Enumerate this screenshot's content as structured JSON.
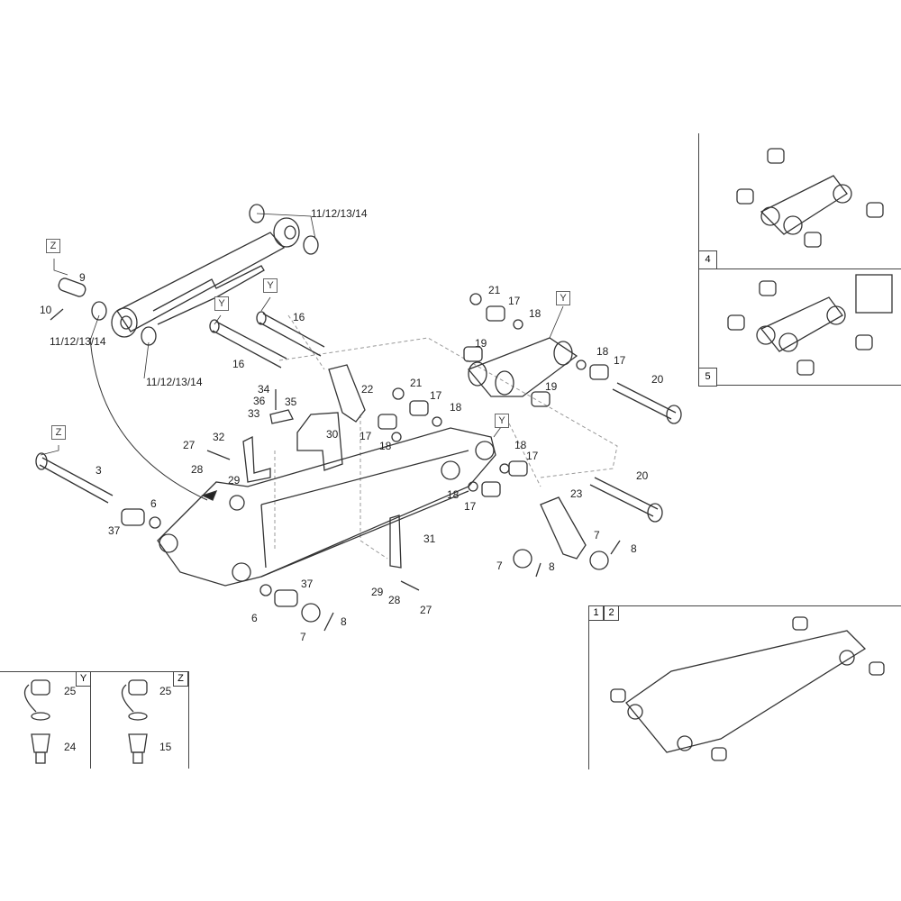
{
  "diagram": {
    "callouts": {
      "c11a": "11/12/13/14",
      "c11b": "11/12/13/14",
      "c11c": "11/12/13/14",
      "c9": "9",
      "c10": "10",
      "c16a": "16",
      "c16b": "16",
      "c22": "22",
      "c21a": "21",
      "c17a": "17",
      "c18a": "18",
      "c19a": "19",
      "c18b": "18",
      "c17b": "17",
      "c20a": "20",
      "c19b": "19",
      "c21b": "21",
      "c17c": "17",
      "c18c": "18",
      "c17d": "17",
      "c18d": "18",
      "c18e": "18",
      "c17e": "17",
      "c18f": "18",
      "c17f": "17",
      "c20b": "20",
      "c23": "23",
      "c7a": "7",
      "c8a": "8",
      "c7b": "7",
      "c8b": "8",
      "c31": "31",
      "c29a": "29",
      "c28a": "28",
      "c27a": "27",
      "c34": "34",
      "c36": "36",
      "c35": "35",
      "c33": "33",
      "c30": "30",
      "c32": "32",
      "c27b": "27",
      "c28b": "28",
      "c29b": "29",
      "c3": "3",
      "c6a": "6",
      "c37a": "37",
      "c6b": "6",
      "c37b": "37",
      "c7c": "7",
      "c8c": "8"
    },
    "detail_refs": {
      "z1": "Z",
      "y1": "Y",
      "y2": "Y",
      "y3": "Y",
      "y4": "Y",
      "z2": "Z"
    },
    "insets": {
      "y_kit": {
        "ref": "Y",
        "c25": "25",
        "c24": "24"
      },
      "z_kit": {
        "ref": "Z",
        "c25": "25",
        "c15": "15"
      },
      "variant_4": {
        "tag": "4"
      },
      "variant_5": {
        "tag": "5"
      },
      "variant_12": {
        "tag1": "1",
        "tag2": "2"
      }
    }
  }
}
